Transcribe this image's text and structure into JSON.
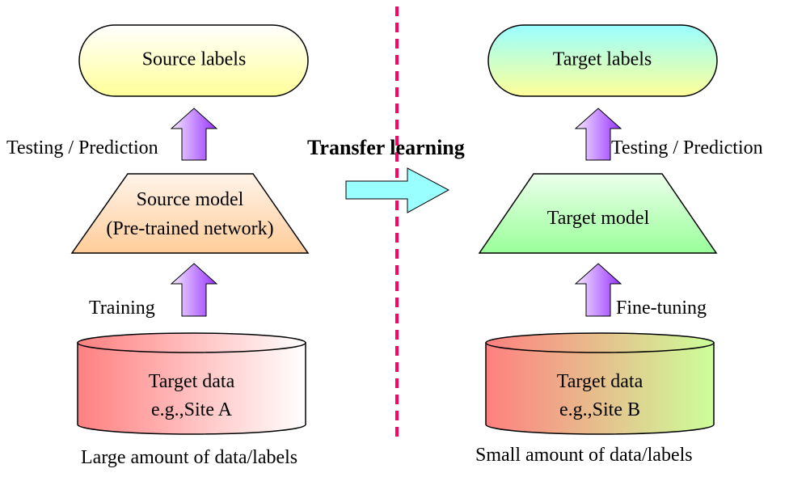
{
  "left": {
    "labels_node": "Source labels",
    "testing_label": "Testing / Prediction",
    "model_line1": "Source model",
    "model_line2": "(Pre-trained network)",
    "training_label": "Training",
    "data_line1": "Target data",
    "data_line2": "e.g.,Site A",
    "caption": "Large amount of data/labels"
  },
  "center": {
    "transfer_label": "Transfer learning"
  },
  "right": {
    "labels_node": "Target labels",
    "testing_label": "Testing / Prediction",
    "model_line1": "Target model",
    "training_label": "Fine-tuning",
    "data_line1": "Target data",
    "data_line2": "e.g.,Site B",
    "caption": "Small amount of data/labels"
  },
  "colors": {
    "divider": "#ff0066",
    "transfer_arrow": "#99ffff",
    "up_arrow_light": "#f4e8ff",
    "up_arrow_dark": "#9933ff"
  }
}
